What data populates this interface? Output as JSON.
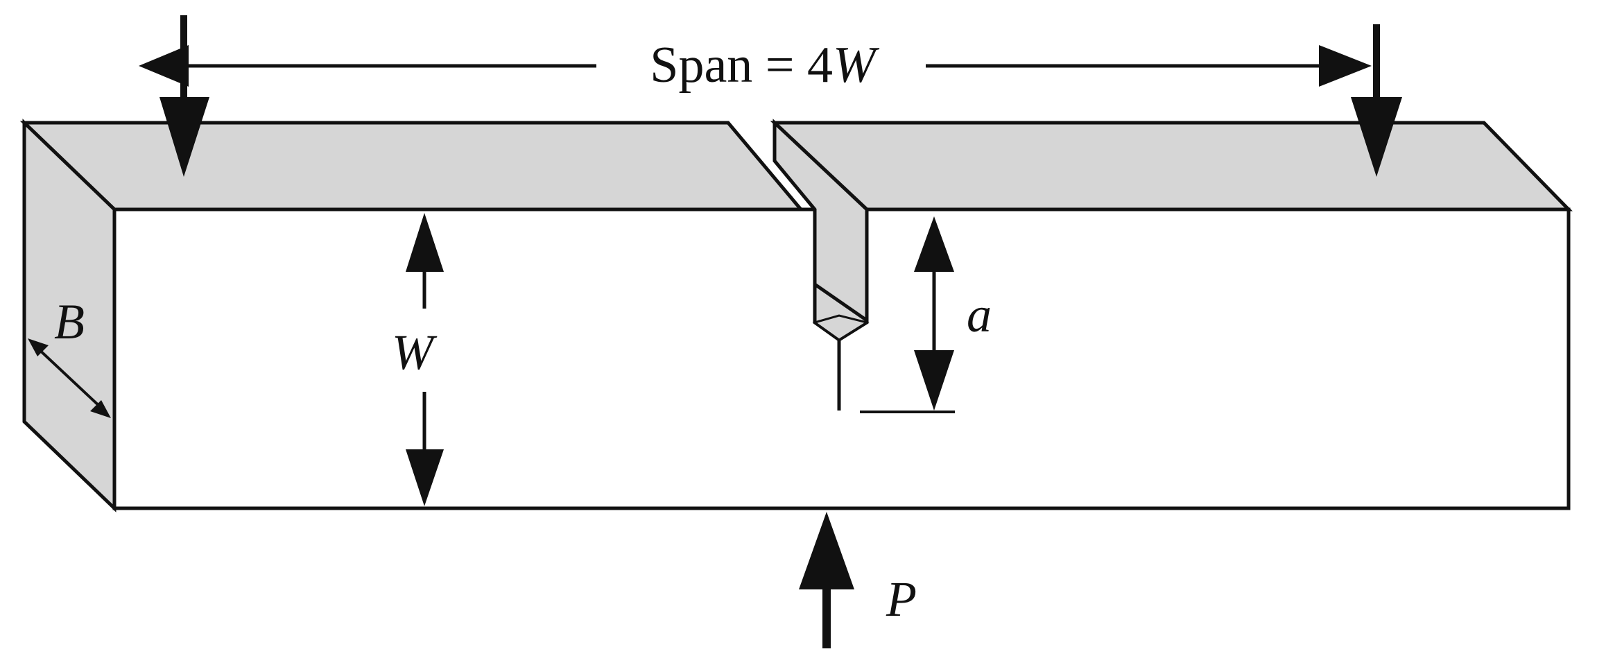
{
  "labels": {
    "span": "Span = 4",
    "span_w": "W",
    "breadth": "B",
    "depth": "W",
    "crack": "a",
    "load": "P"
  },
  "colors": {
    "fill_shade": "#d6d6d6",
    "line": "#111111",
    "background": "#ffffff"
  }
}
